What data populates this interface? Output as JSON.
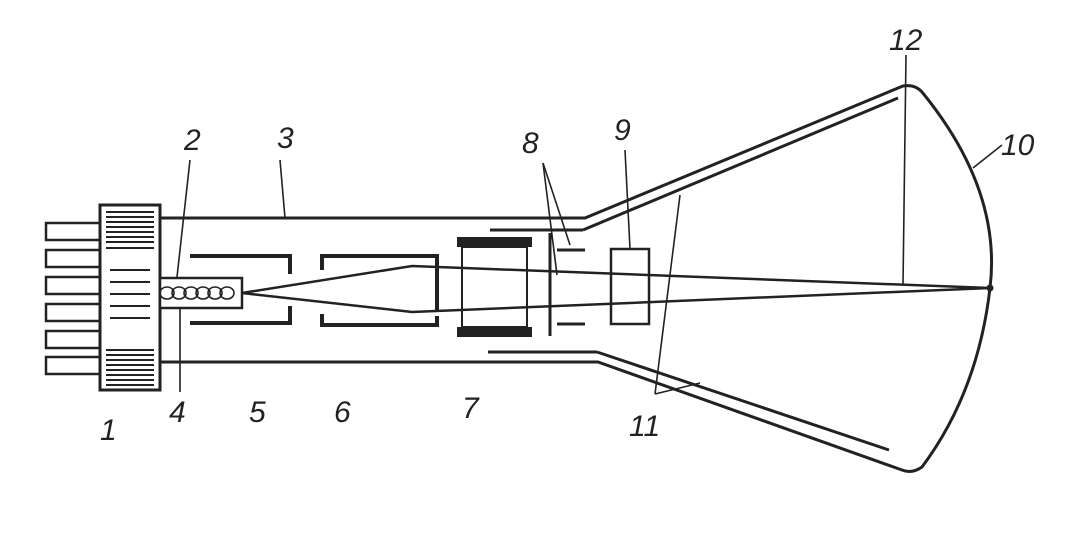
{
  "labels": {
    "l1": "1",
    "l2": "2",
    "l3": "3",
    "l4": "4",
    "l5": "5",
    "l6": "6",
    "l7": "7",
    "l8": "8",
    "l9": "9",
    "l10": "10",
    "l11": "11",
    "l12": "12"
  },
  "colors": {
    "ink": "#222222",
    "background": "#ffffff"
  }
}
